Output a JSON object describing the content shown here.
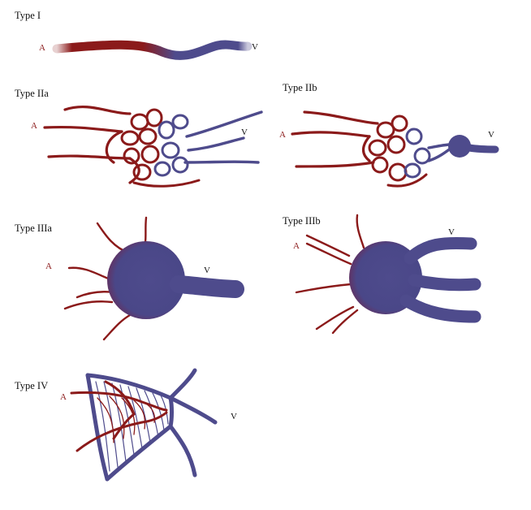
{
  "colors": {
    "artery": "#8b1a1a",
    "vein": "#4e4b8c",
    "label": "#111111",
    "artery_label": "#8b1a1a"
  },
  "panels": [
    {
      "title": "Type I",
      "artery_label": "A",
      "vein_label": "V"
    },
    {
      "title": "Type IIa",
      "artery_label": "A",
      "vein_label": "V"
    },
    {
      "title": "Type IIb",
      "artery_label": "A",
      "vein_label": "V"
    },
    {
      "title": "Type IIIa",
      "artery_label": "A",
      "vein_label": "V"
    },
    {
      "title": "Type IIIb",
      "artery_label": "A",
      "vein_label": "V"
    },
    {
      "title": "Type IV",
      "artery_label": "A",
      "vein_label": "V"
    }
  ]
}
